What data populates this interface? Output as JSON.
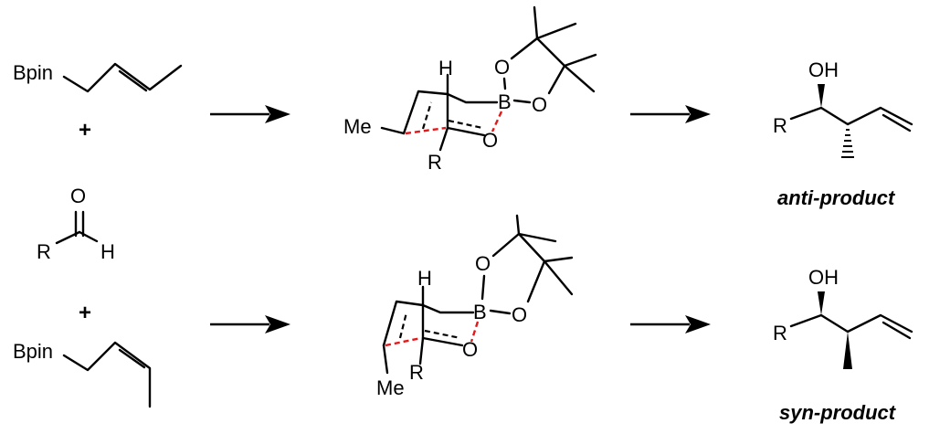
{
  "reagents": {
    "e_boronate_label": "Bpin",
    "z_boronate_label": "Bpin",
    "plus_top": "+",
    "plus_bottom": "+",
    "aldehyde": {
      "o": "O",
      "r": "R",
      "h": "H"
    }
  },
  "ts_anti": {
    "h": "H",
    "o1": "O",
    "b": "B",
    "o2": "O",
    "o3": "O",
    "me": "Me",
    "r": "R"
  },
  "ts_syn": {
    "h": "H",
    "o1": "O",
    "b": "B",
    "o2": "O",
    "o3": "O",
    "me": "Me",
    "r": "R"
  },
  "product_anti": {
    "oh": "OH",
    "r": "R",
    "label": "anti-product"
  },
  "product_syn": {
    "oh": "OH",
    "r": "R",
    "label": "syn-product"
  }
}
